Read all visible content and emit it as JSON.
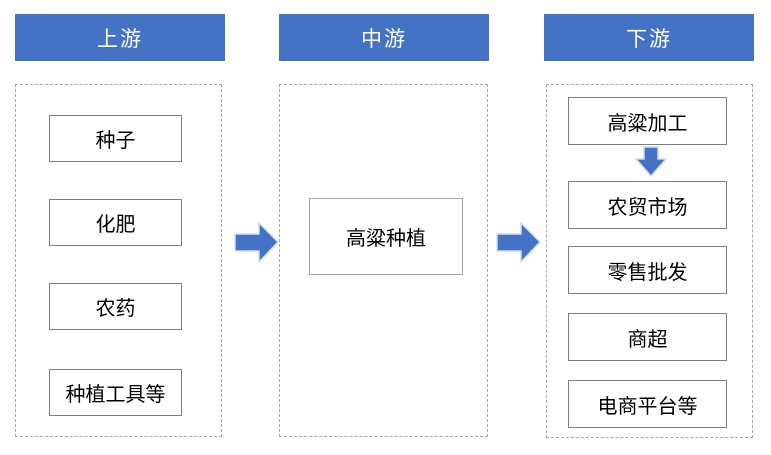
{
  "diagram": {
    "type": "industry-chain-flow",
    "subject": "高粱",
    "columns": [
      {
        "id": "upstream",
        "header": "上游",
        "items": [
          "种子",
          "化肥",
          "农药",
          "种植工具等"
        ]
      },
      {
        "id": "midstream",
        "header": "中游",
        "items": [
          "高粱种植"
        ]
      },
      {
        "id": "downstream",
        "header": "下游",
        "items": [
          "高粱加工",
          "农贸市场",
          "零售批发",
          "商超",
          "电商平台等"
        ]
      }
    ],
    "flows": [
      {
        "from": "upstream",
        "to": "midstream",
        "icon": "right-arrow-icon"
      },
      {
        "from": "midstream",
        "to": "downstream",
        "icon": "right-arrow-icon"
      },
      {
        "from": "高粱加工",
        "to": "农贸市场",
        "icon": "down-arrow-icon"
      }
    ]
  },
  "colors": {
    "header_bg": "#4472C4",
    "header_text": "#FFFFFF",
    "arrow_fill": "#4472C4",
    "arrow_outline": "#CEDCF0",
    "node_border": "#7F7F7F",
    "mid_node_border": "#A6A6A6",
    "panel_border": "#A6A6A6",
    "node_text": "#000000",
    "background": "#FFFFFF"
  }
}
